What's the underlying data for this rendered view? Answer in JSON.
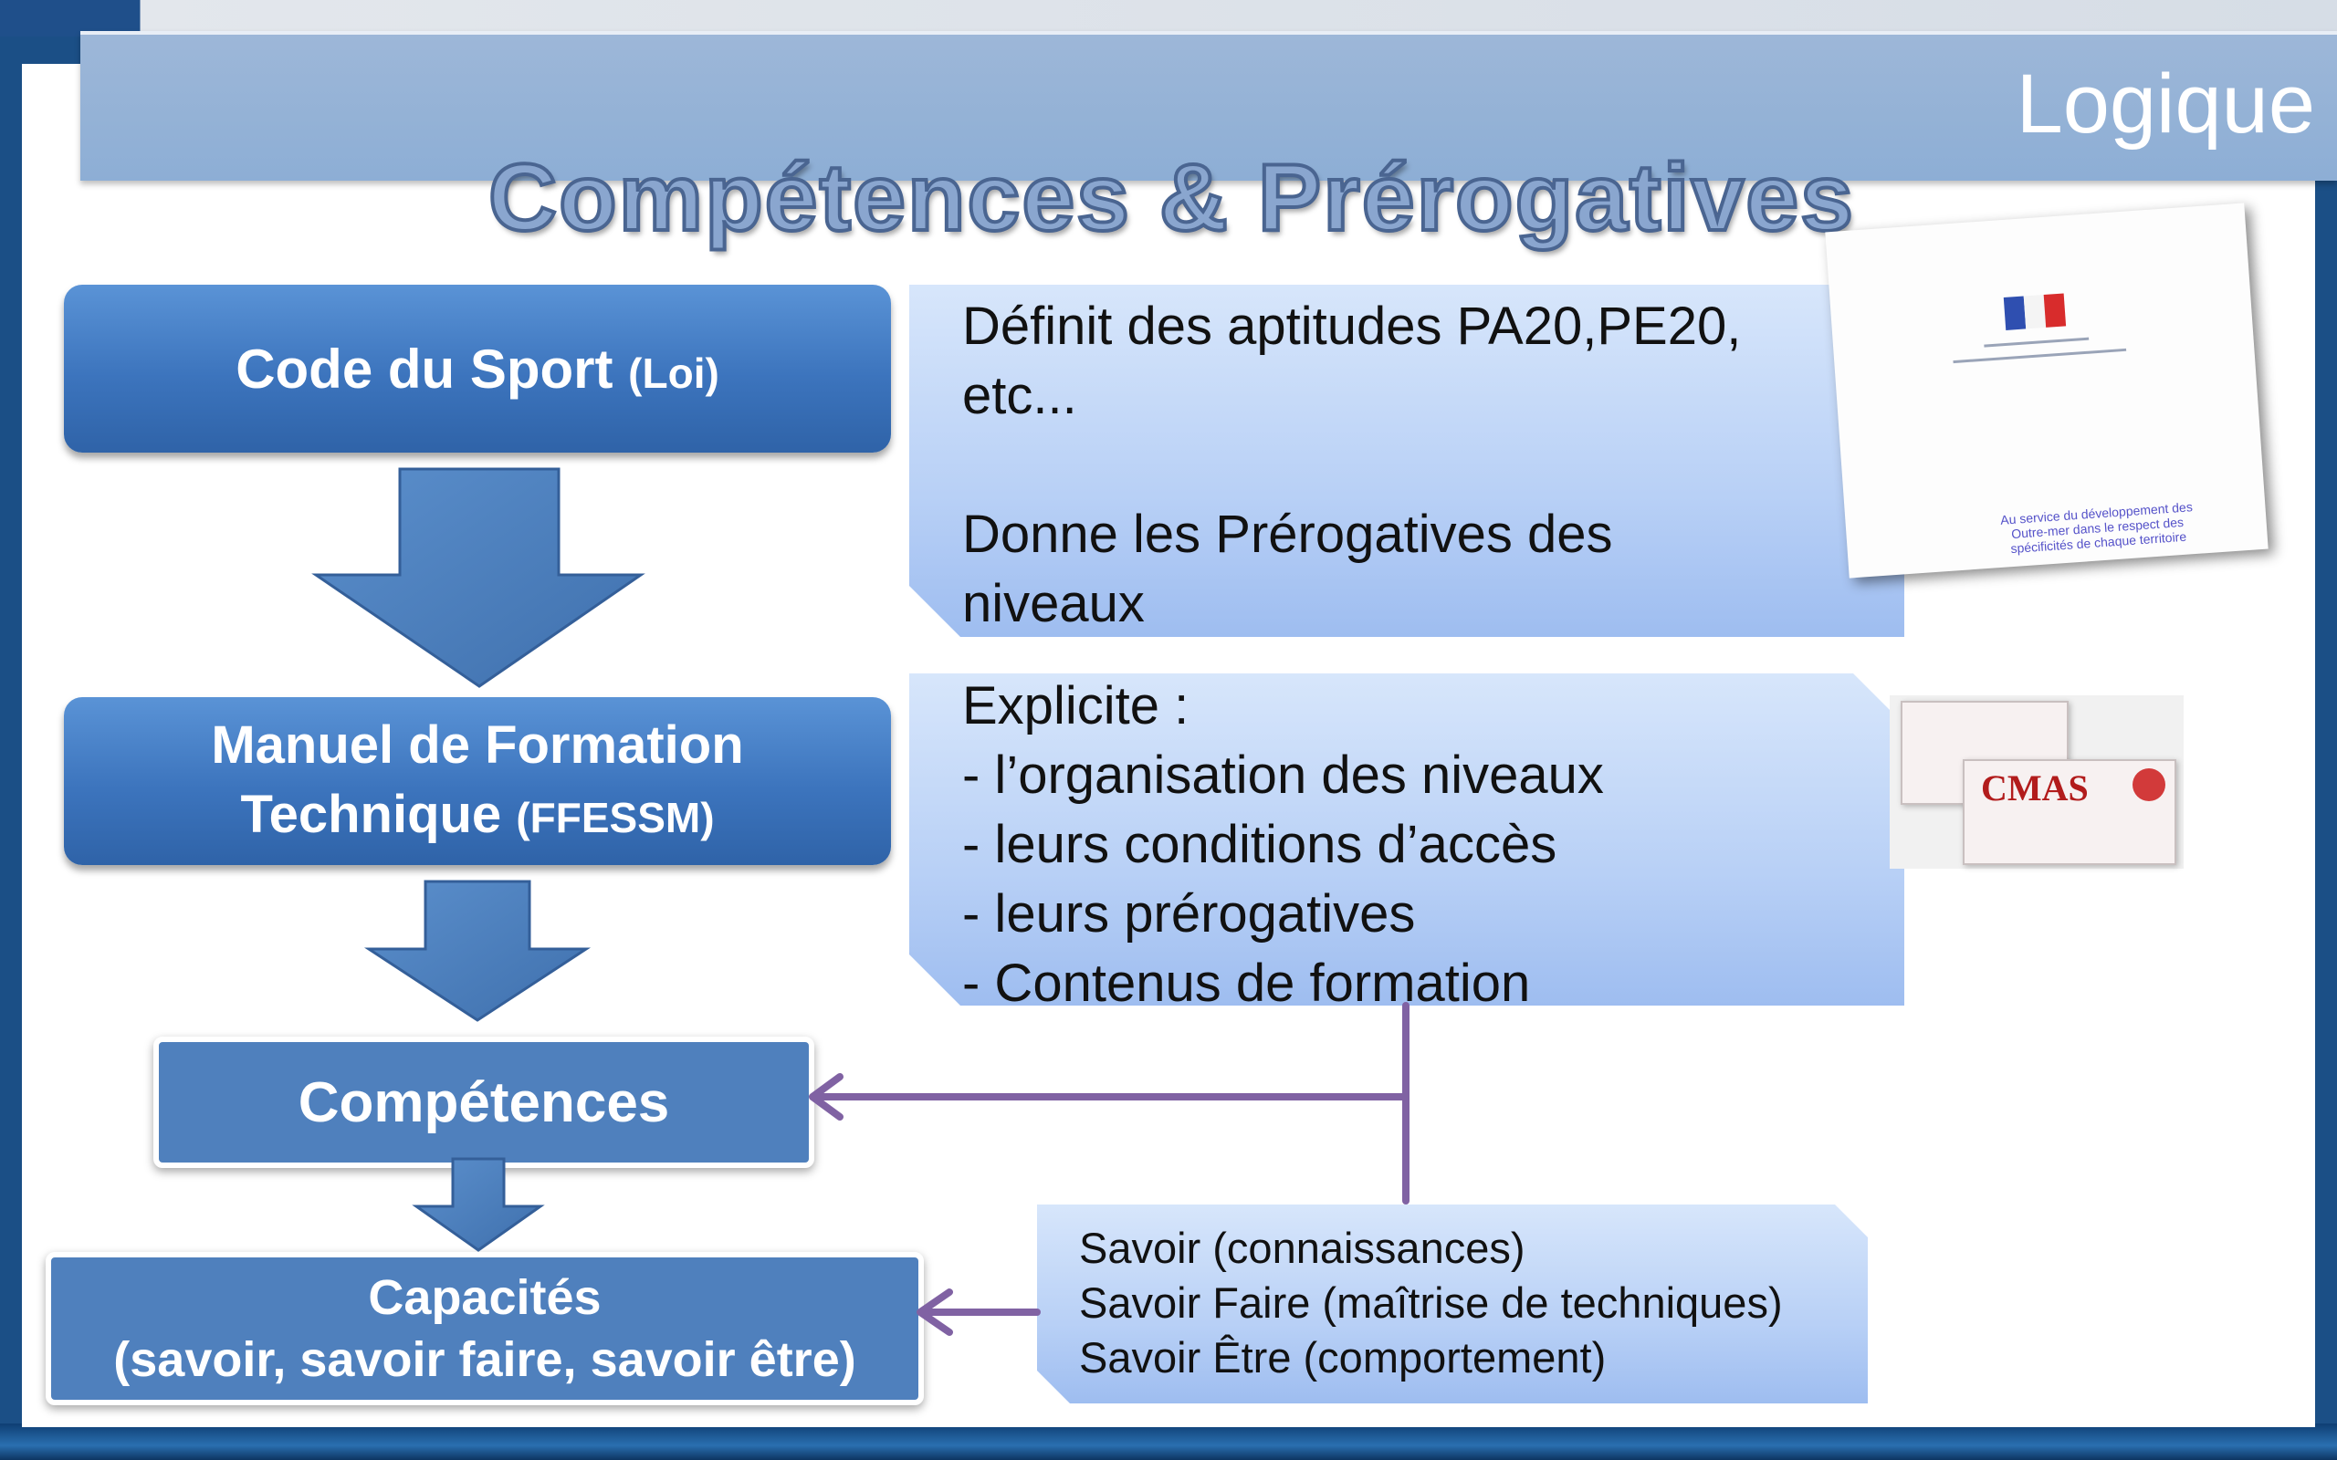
{
  "header": {
    "title": "Logique"
  },
  "slide_title": "Compétences & Prérogatives",
  "boxes": {
    "code_sport": {
      "main": "Code du Sport",
      "note": "(Loi)"
    },
    "manuel": {
      "line1": "Manuel de Formation",
      "line2_main": "Technique",
      "line2_note": "(FFESSM)"
    },
    "competences": {
      "label": "Compétences"
    },
    "capacites": {
      "line1": "Capacités",
      "line2": "(savoir, savoir faire, savoir être)"
    }
  },
  "callouts": {
    "definit": {
      "lines": [
        "Définit des aptitudes PA20,PE20,",
        "etc...",
        "",
        "Donne les Prérogatives des",
        "niveaux"
      ]
    },
    "explicite": {
      "lines": [
        "Explicite :",
        "- l’organisation des niveaux",
        "- leurs conditions d’accès",
        "- leurs prérogatives",
        "- Contenus de formation"
      ]
    },
    "savoir": {
      "lines": [
        "Savoir (connaissances)",
        "Savoir Faire (maîtrise de techniques)",
        "Savoir Être (comportement)"
      ]
    }
  },
  "images": {
    "doc": {
      "caption": "Au service du développement des Outre-mer dans le respect des spécificités de chaque territoire"
    },
    "cards": {
      "logo_text": "CMAS"
    }
  },
  "colors": {
    "box_blue": "#3c74bd",
    "arrow_blue": "#4a7fbf",
    "connector_purple": "#8062a3",
    "callout_light": "#c3d7f7"
  }
}
